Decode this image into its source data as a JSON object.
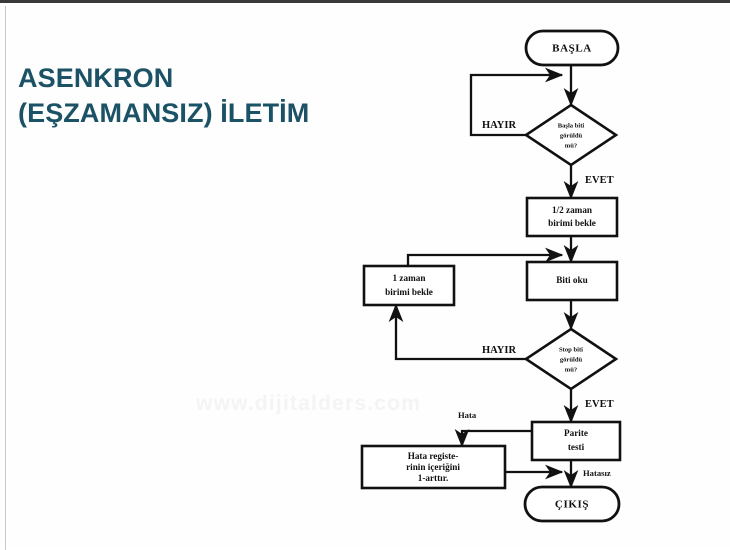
{
  "slide": {
    "title_line1": "ASENKRON",
    "title_line2": "(EŞZAMANSIZ) İLETİM",
    "title_full": "ASENKRON\n(EŞZAMANSIZ) İLETİM",
    "title_color": "#1b5265",
    "background_color": "#ffffff",
    "border_color": "#3a3a3c",
    "watermark": "www.dijitalders.com"
  },
  "flowchart": {
    "nodes": {
      "start": {
        "label": "BAŞLA",
        "type": "terminator"
      },
      "decision_start_bit": {
        "label_line1": "Başla biti",
        "label_line2": "görüldü",
        "label_line3": "mü?",
        "type": "decision"
      },
      "wait_half": {
        "label_line1": "1/2 zaman",
        "label_line2": "birimi bekle",
        "type": "process"
      },
      "read_bit": {
        "label_line1": "Biti oku",
        "type": "process"
      },
      "wait_one": {
        "label_line1": "1 zaman",
        "label_line2": "birimi bekle",
        "type": "process"
      },
      "decision_stop_bit": {
        "label_line1": "Stop biti",
        "label_line2": "görüldü",
        "label_line3": "mü?",
        "type": "decision"
      },
      "parity_test": {
        "label_line1": "Parite",
        "label_line2": "testi",
        "type": "process"
      },
      "error_register": {
        "label_line1": "Hata registe-",
        "label_line2": "rinin içeriğini",
        "label_line3": "1-arttır.",
        "type": "process"
      },
      "exit": {
        "label": "ÇIKIŞ",
        "type": "terminator"
      }
    },
    "edge_labels": {
      "start_bit_no": "HAYIR",
      "start_bit_yes": "EVET",
      "stop_bit_no": "HAYIR",
      "stop_bit_yes": "EVET",
      "parity_error": "Hata",
      "parity_ok": "Hatasız"
    }
  }
}
